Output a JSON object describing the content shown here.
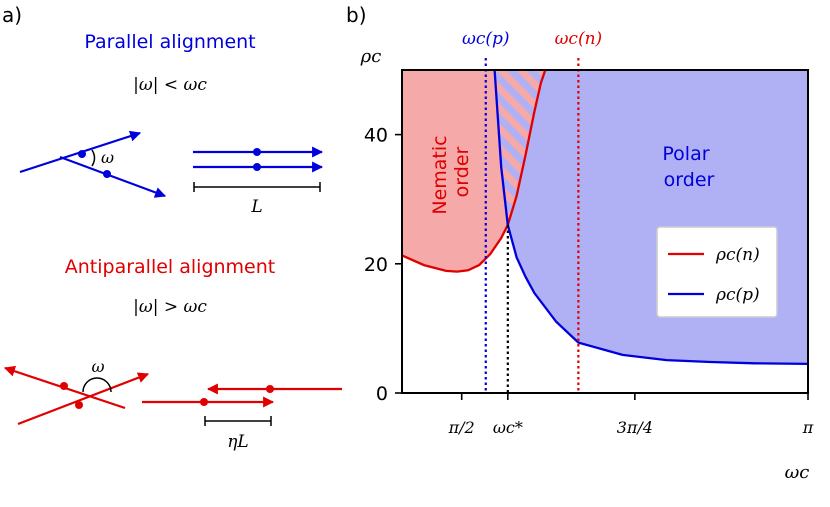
{
  "panel_a": {
    "label": "a)",
    "parallel": {
      "title": "Parallel alignment",
      "condition": "|ω| < ωc",
      "angle": "ω",
      "length": "L"
    },
    "antiparallel": {
      "title": "Antiparallel alignment",
      "condition": "|ω| > ωc",
      "angle": "ω",
      "length": "ηL"
    }
  },
  "panel_b": {
    "label": "b)",
    "marker_p": "ωc(p)",
    "marker_n": "ωc(n)",
    "region_nematic": [
      "Nematic",
      "order"
    ],
    "region_polar": [
      "Polar",
      "order"
    ]
  },
  "colors": {
    "blue": "#0000dd",
    "red": "#e00000",
    "nematic_fill": "#f6a9a9",
    "polar_fill": "#b0b0f4"
  },
  "chart_data": {
    "type": "line",
    "xlabel": "ωc",
    "ylabel": "ρc",
    "xlim": [
      1.3,
      3.1416
    ],
    "ylim": [
      0,
      50
    ],
    "x_ticks": [
      {
        "value": 1.5708,
        "label": "π/2"
      },
      {
        "value": 1.78,
        "label": "ωc*"
      },
      {
        "value": 2.3562,
        "label": "3π/4"
      },
      {
        "value": 3.1416,
        "label": "π"
      }
    ],
    "y_ticks": [
      0,
      20,
      40
    ],
    "vlines": [
      {
        "name": "ωc(p)",
        "x": 1.68,
        "color": "#0000dd"
      },
      {
        "name": "ωc*",
        "x": 1.78,
        "color": "#000000"
      },
      {
        "name": "ωc(n)",
        "x": 2.1,
        "color": "#e00000"
      }
    ],
    "series": [
      {
        "name": "ρc(n)",
        "color": "#e00000",
        "x": [
          1.3,
          1.4,
          1.5,
          1.55,
          1.6,
          1.65,
          1.7,
          1.75,
          1.78,
          1.82,
          1.86,
          1.9,
          1.93,
          1.95
        ],
        "y": [
          21.3,
          19.8,
          18.9,
          18.8,
          19.0,
          19.8,
          21.5,
          24.0,
          26.0,
          30.5,
          36.8,
          43.5,
          48.0,
          50.0
        ]
      },
      {
        "name": "ρc(p)",
        "color": "#0000dd",
        "x": [
          1.72,
          1.75,
          1.78,
          1.82,
          1.86,
          1.9,
          2.0,
          2.1,
          2.3,
          2.5,
          2.7,
          2.9,
          3.1416
        ],
        "y": [
          50.0,
          35.0,
          26.0,
          21.0,
          18.0,
          15.5,
          11.0,
          7.8,
          5.9,
          5.1,
          4.8,
          4.6,
          4.5
        ]
      }
    ]
  }
}
